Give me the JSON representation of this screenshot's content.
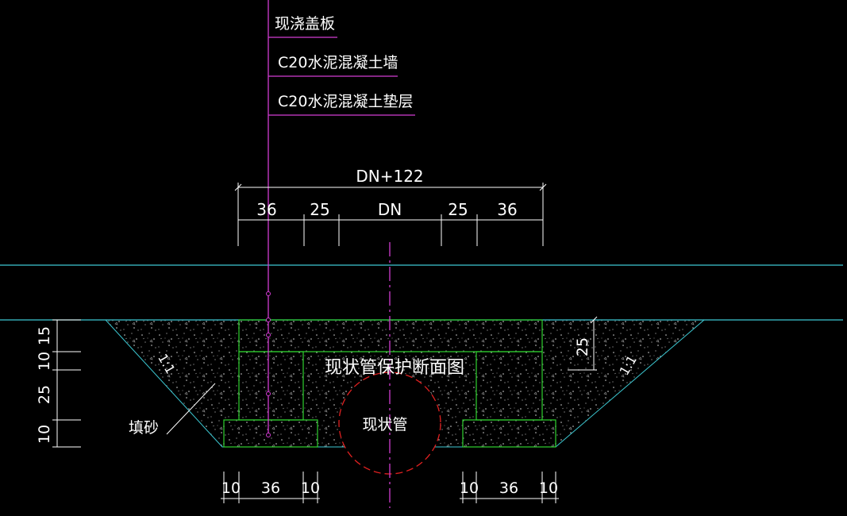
{
  "callouts": {
    "cover": "现浇盖板",
    "wall": "C20水泥混凝土墙",
    "cushion": "C20水泥混凝土垫层"
  },
  "top_dims": {
    "overall": "DN+122",
    "segments": [
      "36",
      "25",
      "DN",
      "25",
      "36"
    ]
  },
  "title": "现状管保护断面图",
  "pipe_label": "现状管",
  "sand_label": "填砂",
  "slope_label": "1:1",
  "right_dim": "25",
  "left_dims": [
    "15",
    "10",
    "25",
    "10"
  ],
  "bottom_dims_left": [
    "10",
    "36",
    "10"
  ],
  "bottom_dims_right": [
    "10",
    "36",
    "10"
  ],
  "colors": {
    "structure": "#2fd12f",
    "leader": "#d23cd2",
    "ground": "#3cc8d2",
    "pipe": "#e02020",
    "text": "#ffffff"
  }
}
